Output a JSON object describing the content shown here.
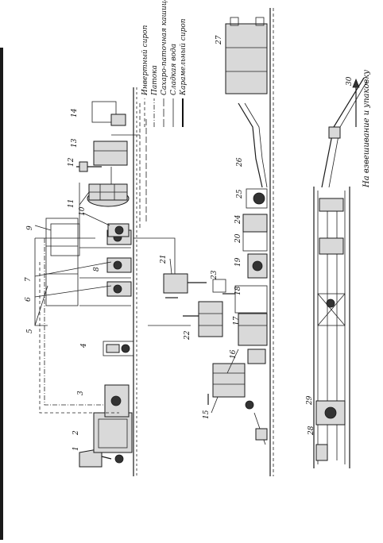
{
  "legend": {
    "items": [
      {
        "label": "Инвертный сироп",
        "style": "dash"
      },
      {
        "label": "Патока",
        "style": "dashdot"
      },
      {
        "label": "Сахаро-паточная кашица",
        "style": "longdash"
      },
      {
        "label": "Сладкая вода",
        "style": "solid"
      },
      {
        "label": "Карамельный сироп",
        "style": "thick"
      }
    ]
  },
  "note": "На взвешивание и упаковку",
  "labels": [
    "1",
    "2",
    "3",
    "4",
    "5",
    "6",
    "7",
    "8",
    "9",
    "10",
    "11",
    "12",
    "13",
    "14",
    "15",
    "16",
    "17",
    "18",
    "19",
    "20",
    "21",
    "22",
    "23",
    "24",
    "25",
    "26",
    "27",
    "28",
    "29",
    "30"
  ]
}
